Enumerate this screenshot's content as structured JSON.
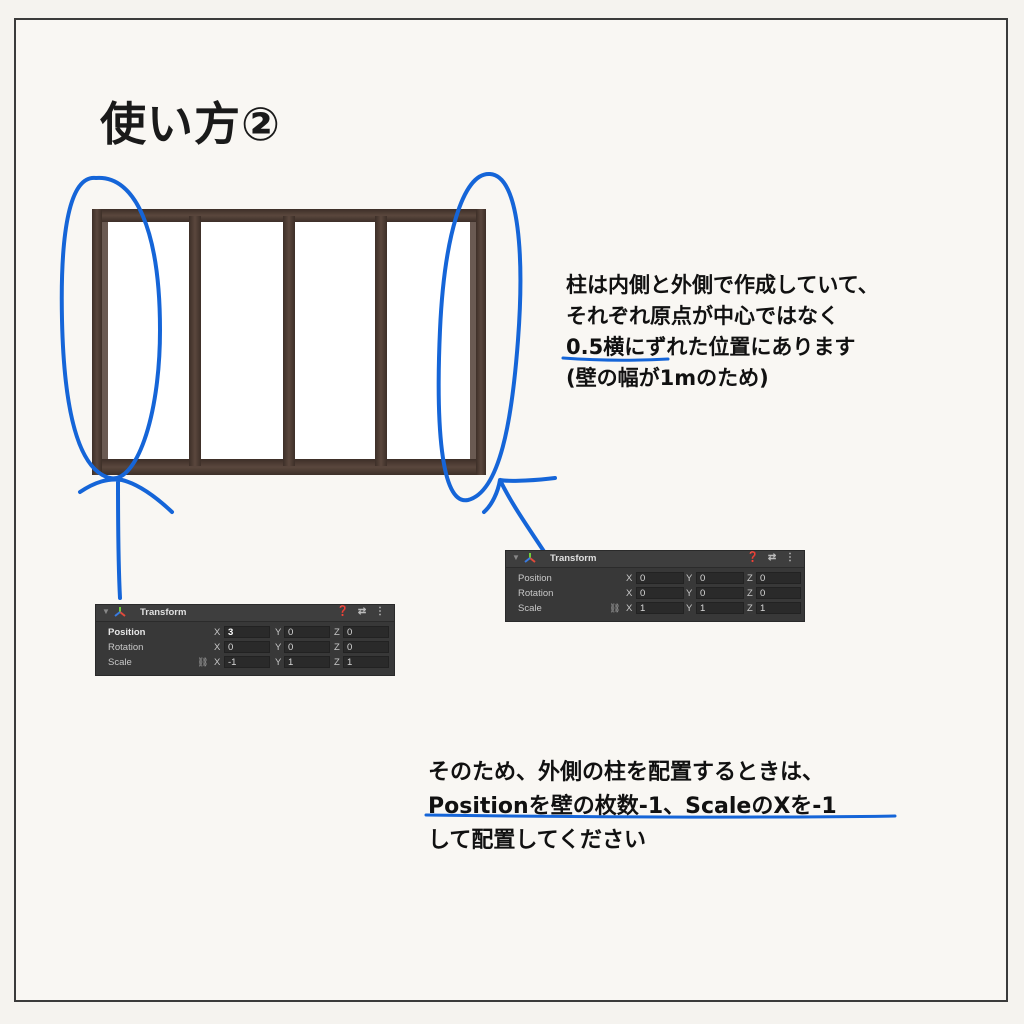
{
  "title": "使い方②",
  "note_top": [
    "柱は内側と外側で作成していて、",
    "それぞれ原点が中心ではなく",
    "0.5横にずれた位置にあります",
    "(壁の幅が1mのため)"
  ],
  "note_bottom": [
    "そのため、外側の柱を配置するときは、",
    "Positionを壁の枚数-1、ScaleのXを-1",
    "して配置してください"
  ],
  "panel_left": {
    "header": "Transform",
    "icons": "❓ ⇄ ⋮",
    "rows": [
      {
        "label": "Position",
        "x": "3",
        "y": "0",
        "z": "0"
      },
      {
        "label": "Rotation",
        "x": "0",
        "y": "0",
        "z": "0"
      },
      {
        "label": "Scale",
        "x": "-1",
        "y": "1",
        "z": "1"
      }
    ]
  },
  "panel_right": {
    "header": "Transform",
    "icons": "❓ ⇄ ⋮",
    "rows": [
      {
        "label": "Position",
        "x": "0",
        "y": "0",
        "z": "0"
      },
      {
        "label": "Rotation",
        "x": "0",
        "y": "0",
        "z": "0"
      },
      {
        "label": "Scale",
        "x": "1",
        "y": "1",
        "z": "1"
      }
    ]
  },
  "axis_labels": {
    "x": "X",
    "y": "Y",
    "z": "Z"
  },
  "colors": {
    "annotation_blue": "#1565d8",
    "wood": "#4a3a32",
    "panel_bg": "#383838"
  }
}
